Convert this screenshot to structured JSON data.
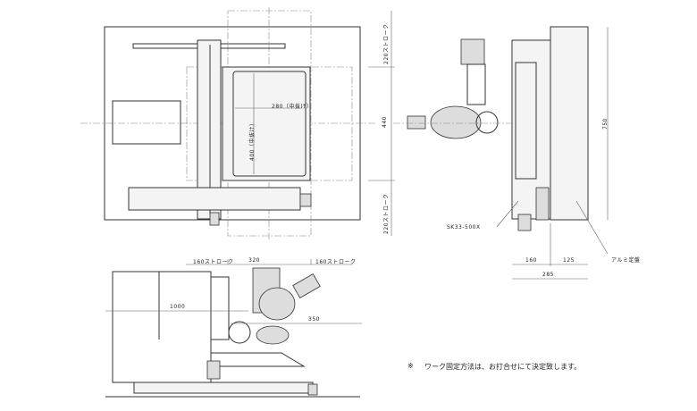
{
  "dimensions": {
    "stroke_y_top": "220ストローク",
    "stroke_y_bottom": "220ストローク",
    "height_440": "440",
    "inner_width": "280（中抜け）",
    "inner_height": "400（中抜け）",
    "stroke_x_left": "160ストローク",
    "width_320": "320",
    "stroke_x_right": "160ストローク",
    "side_height": "750",
    "side_160": "160",
    "side_125": "125",
    "side_285": "285",
    "front_1000": "1000",
    "front_350": "350"
  },
  "labels": {
    "model": "SK33-500X",
    "base": "アルミ定盤"
  },
  "note": {
    "mark": "※",
    "text": "ワーク固定方法は、お打合せにて決定致します。"
  }
}
